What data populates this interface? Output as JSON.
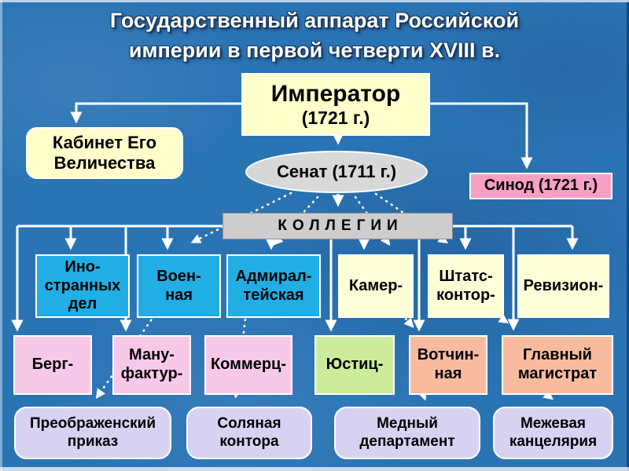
{
  "slide_title": "Государственный аппарат Российской\nимперии в первой четверти XVIII в.",
  "emperor": {
    "name": "Император",
    "year": "(1721 г.)"
  },
  "cabinet": {
    "label": "Кабинет Его\nВеличества"
  },
  "senate": {
    "label": "Сенат (1711 г.)"
  },
  "synod": {
    "label": "Синод (1721 г.)"
  },
  "collegia_header": {
    "label": "КОЛЛЕГИИ"
  },
  "collegia_row1": [
    {
      "id": "foreign",
      "label": "Ино-\nстранных\nдел"
    },
    {
      "id": "military",
      "label": "Воен-\nная"
    },
    {
      "id": "admiralty",
      "label": "Адмирал-\nтейская"
    },
    {
      "id": "kamer",
      "label": "Камер-"
    },
    {
      "id": "shtats",
      "label": "Штатс-\nконтор-"
    },
    {
      "id": "revision",
      "label": "Ревизион-"
    }
  ],
  "collegia_row2": [
    {
      "id": "berg",
      "label": "Берг-"
    },
    {
      "id": "manufaktur",
      "label": "Ману-\nфактур-"
    },
    {
      "id": "kommerts",
      "label": "Коммерц-"
    },
    {
      "id": "justits",
      "label": "Юстиц-"
    },
    {
      "id": "votchina",
      "label": "Вотчин-\nная"
    },
    {
      "id": "magistrate",
      "label": "Главный\nмагистрат"
    }
  ],
  "offices": [
    {
      "id": "preobrazhensky",
      "label": "Преображенский\nприказ"
    },
    {
      "id": "salt",
      "label": "Соляная\nконтора"
    },
    {
      "id": "copper",
      "label": "Медный\nдепартамент"
    },
    {
      "id": "mezhevaya",
      "label": "Межевая\nканцелярия"
    }
  ],
  "palette": {
    "background_blue": "#2B74B4",
    "yellow_box": "#FFFFCC",
    "cream_box": "#FFFFD8",
    "senate_gray": "#D8D8D8",
    "synod_pink": "#F79FC4",
    "collegia_gray": "#CDCDCD",
    "college_blue": "#21AEE4",
    "college_pink": "#F8C8E8",
    "college_green": "#CCEC9B",
    "college_salmon": "#F8BBA0",
    "office_lavender": "#D8D2F2",
    "connector_white": "#FFFFFF",
    "title_text": "#FFFFFF",
    "box_text": "#000000"
  }
}
